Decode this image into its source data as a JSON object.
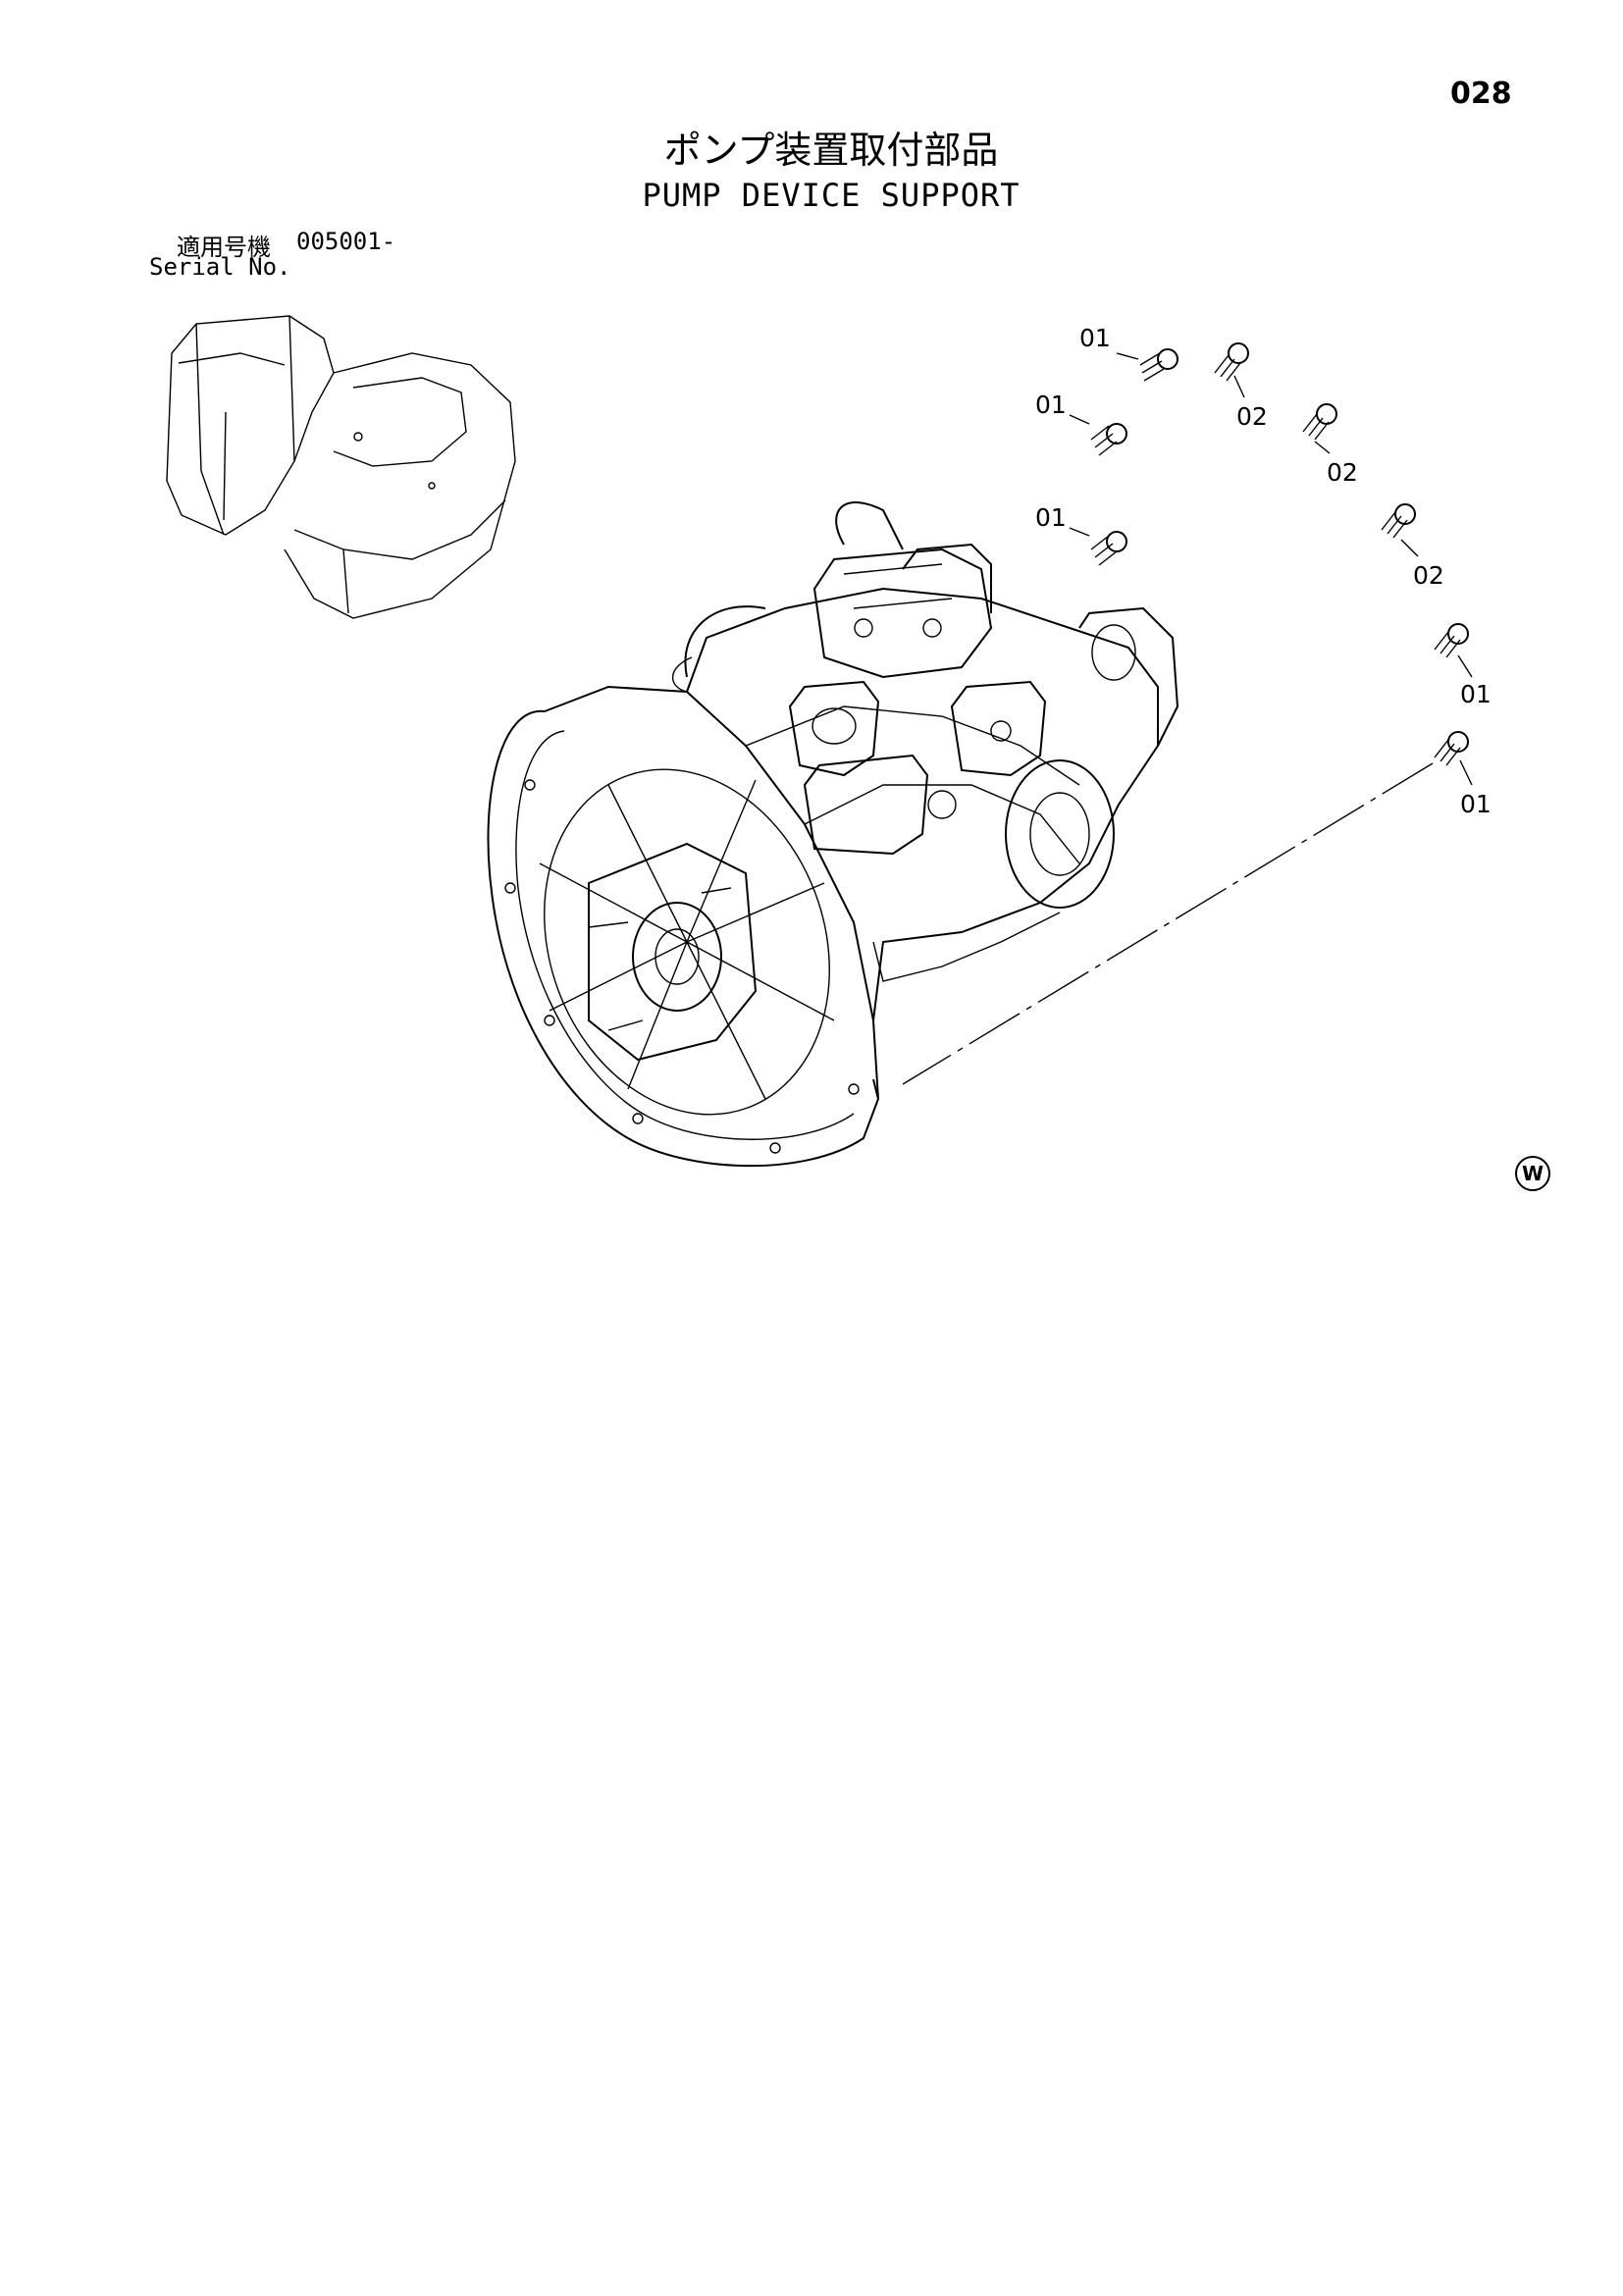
{
  "page": {
    "number": "028",
    "title_ja": "ポンプ装置取付部品",
    "title_en": "PUMP DEVICE SUPPORT",
    "serial_label_ja": "適用号機",
    "serial_value": "005001-",
    "serial_label_en": "Serial No.",
    "mark": "W"
  },
  "callouts": [
    "01",
    "01",
    "01",
    "01",
    "01",
    "02",
    "02",
    "02"
  ]
}
